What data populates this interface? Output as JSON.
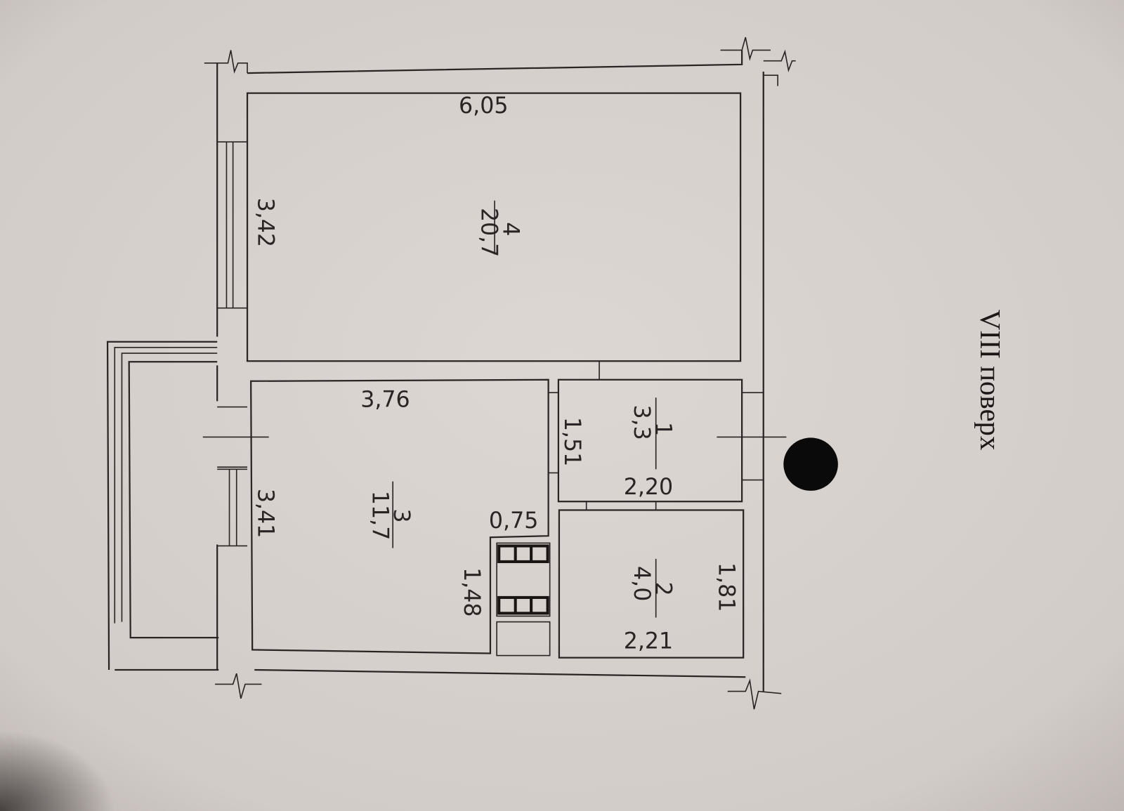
{
  "floor_label": "VIII поверх",
  "rooms": [
    {
      "number": "1",
      "area": "3,3",
      "dims": [
        "1,51",
        "2,20"
      ]
    },
    {
      "number": "2",
      "area": "4,0",
      "dims": [
        "1,81",
        "2,21"
      ]
    },
    {
      "number": "3",
      "area": "11,7",
      "dims": [
        "3,76",
        "3,41",
        "0,75",
        "1,48"
      ]
    },
    {
      "number": "4",
      "area": "20,7",
      "dims": [
        "6,05",
        "3,42"
      ]
    }
  ],
  "colors": {
    "paper": "#d9d3cf",
    "ink": "#2a2424",
    "marker": "#0a0a0a"
  }
}
